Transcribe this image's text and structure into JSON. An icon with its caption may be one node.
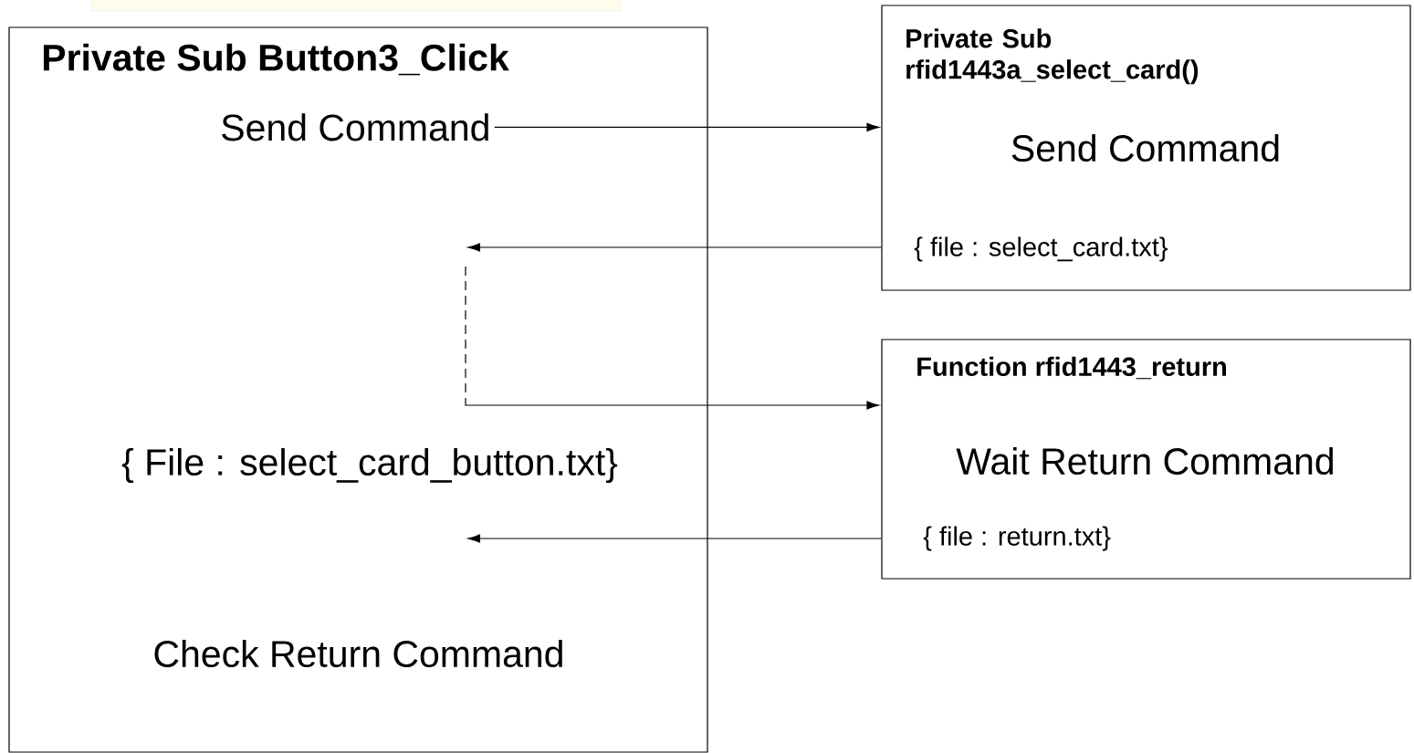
{
  "diagram": {
    "nodes": [
      {
        "text": [
          "Private Sub Button3_Click",
          "{ File : select_card_button.txt}",
          "Check Return Command"
        ]
      },
      {
        "text": [
          "Send Command"
        ],
        "in": 0
      },
      {
        "text": [
          "Private Sub rfid1443a_select_card()",
          "Send Command",
          "{ file : select_card.txt}"
        ]
      },
      {
        "text": [
          "Function rfid1443_return",
          "Wait Return Command",
          "{ file : return.txt}"
        ]
      }
    ],
    "edges": [
      {
        "from": 1,
        "to": 2,
        "arrow": "to"
      },
      {
        "from": 2,
        "to": null,
        "arrow": "to"
      },
      {
        "from": null,
        "to": 3,
        "arrow": "to",
        "style": "dashed"
      },
      {
        "from": 3,
        "to": null,
        "arrow": "to"
      }
    ]
  }
}
